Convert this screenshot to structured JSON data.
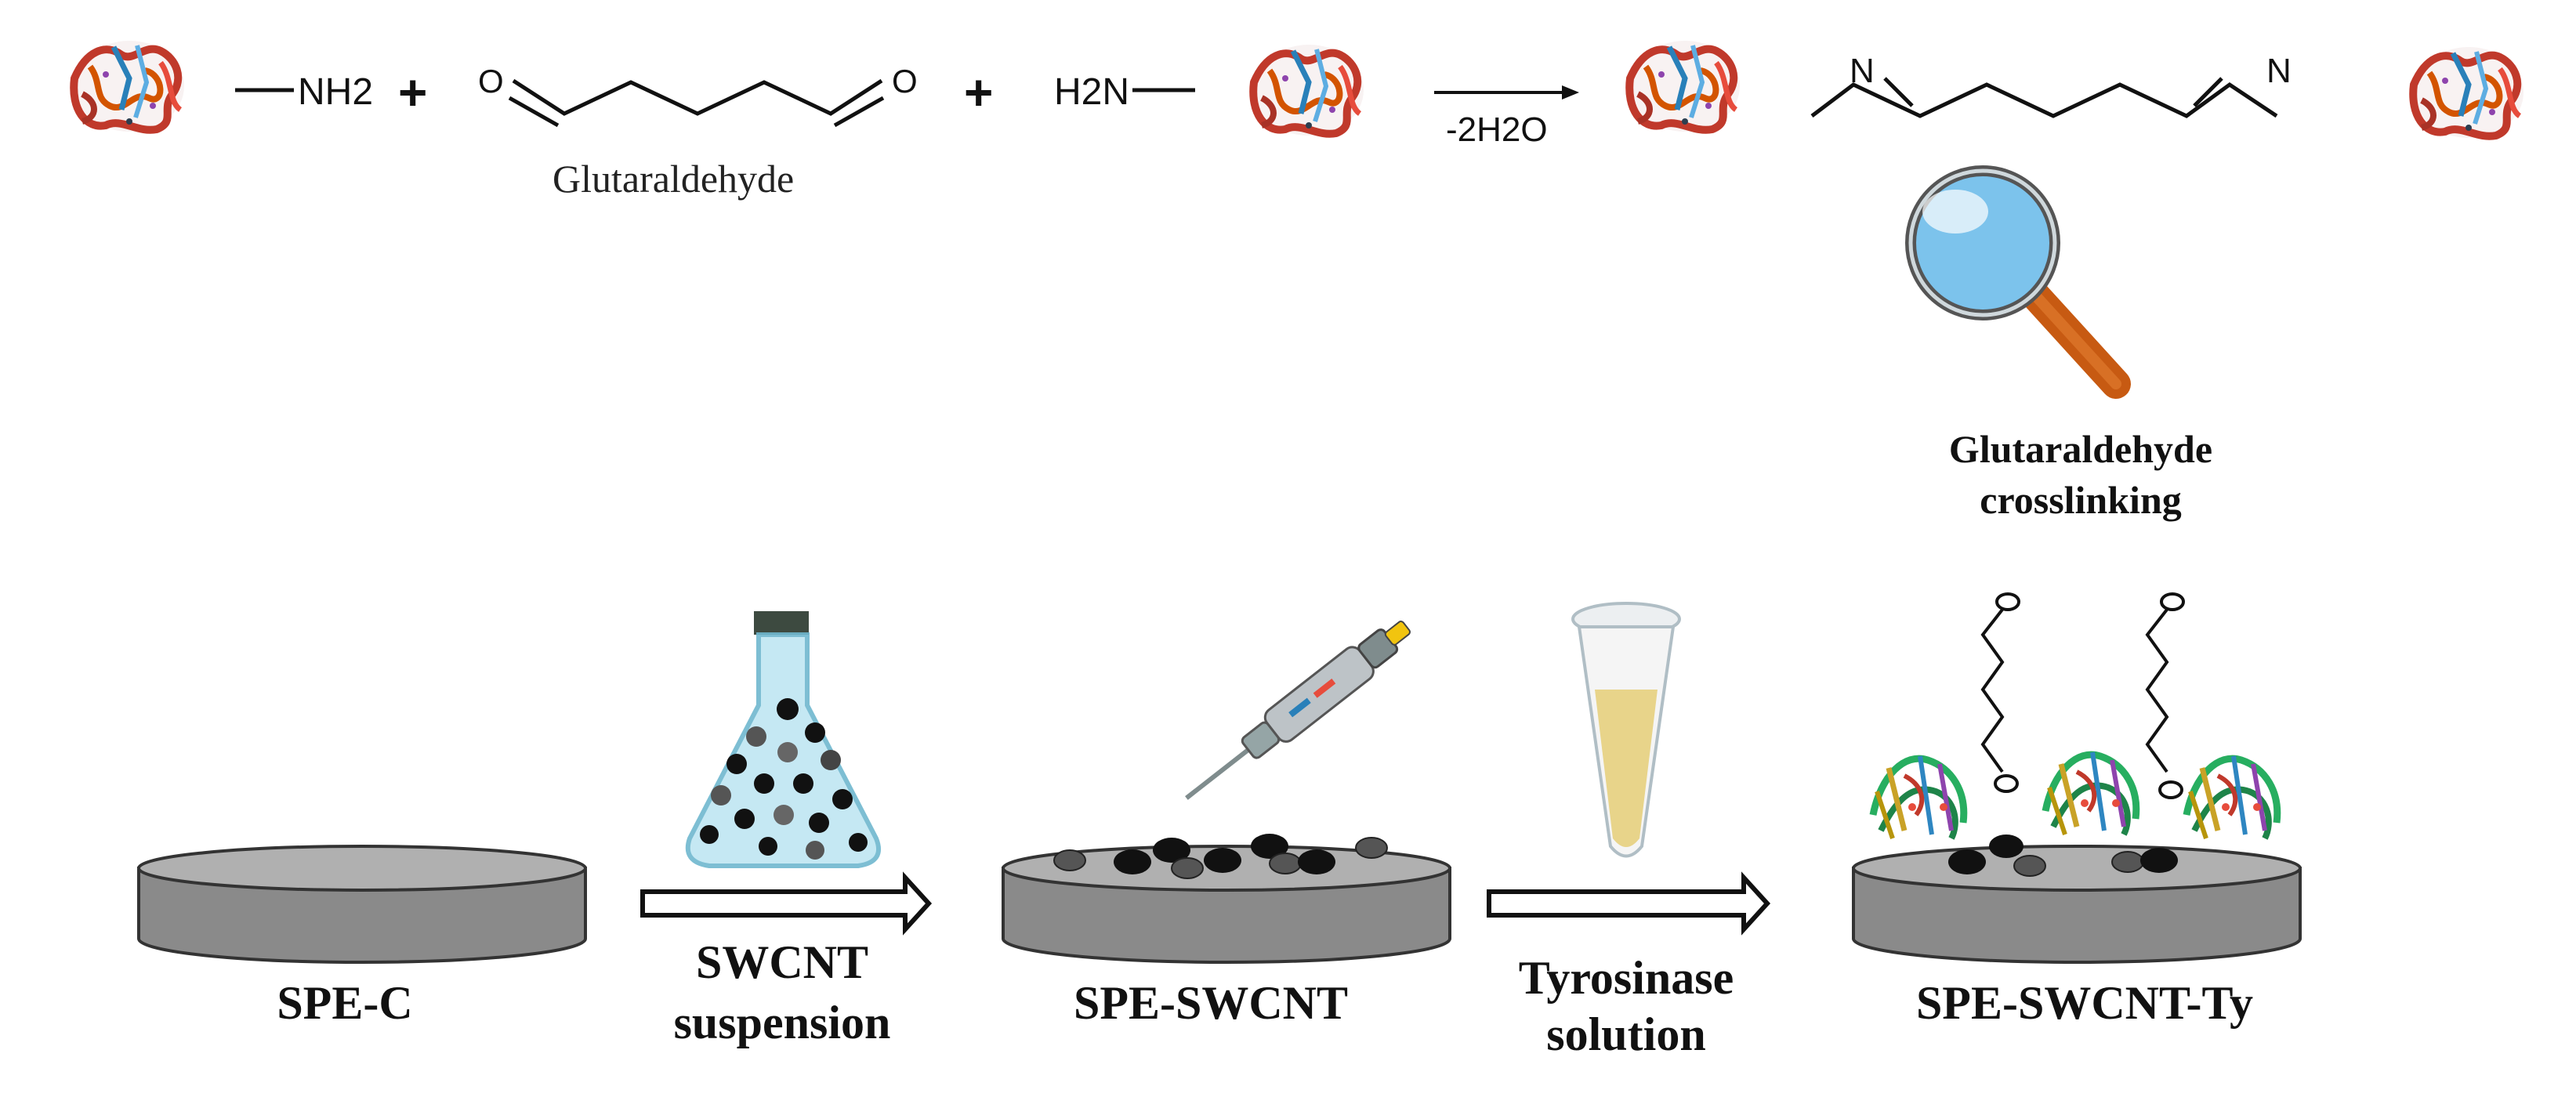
{
  "reaction": {
    "nh2_left": "NH2",
    "plus_1": "+",
    "plus_2": "+",
    "o_left": "O",
    "o_right": "O",
    "glutaraldehyde_label": "Glutaraldehyde",
    "h2n": "H2N",
    "arrow_label": "-2H2O",
    "n_left": "N",
    "n_right": "N"
  },
  "magnifier_caption": {
    "line1": "Glutaraldehyde",
    "line2": "crosslinking"
  },
  "steps": {
    "spe_c": "SPE-C",
    "swcnt_line1": "SWCNT",
    "swcnt_line2": "suspension",
    "spe_swcnt": "SPE-SWCNT",
    "tyrosinase_line1": "Tyrosinase",
    "tyrosinase_line2": "solution",
    "spe_swcnt_ty": "SPE-SWCNT-Ty"
  },
  "colors": {
    "electrode_fill": "#8a8a8a",
    "electrode_top": "#b0b0b0",
    "protein_red": "#c0392b",
    "protein_blue": "#2980b9",
    "protein_green": "#27ae60",
    "flask_glass": "#bfe6f2",
    "lens_blue": "#7cc3ec",
    "handle_orange": "#c75a12",
    "tube_liquid": "#e8d48a"
  }
}
